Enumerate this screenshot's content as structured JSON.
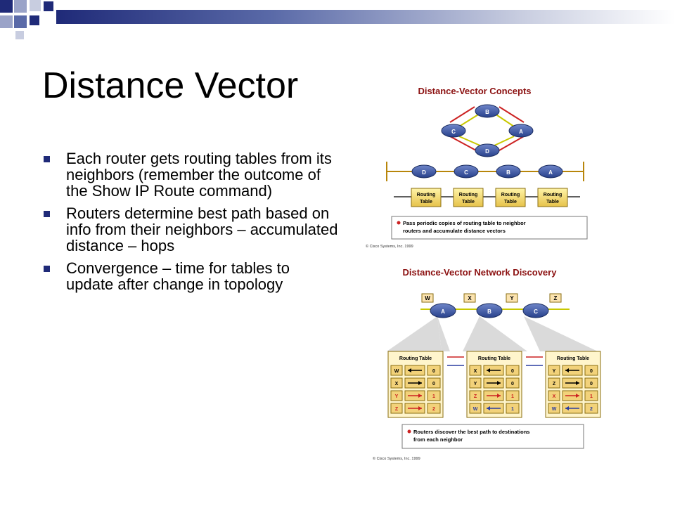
{
  "slide": {
    "title": "Distance Vector",
    "bullets": [
      "Each router gets routing tables from its neighbors (remember the outcome of the Show IP Route command)",
      "Routers determine best path based on info from their neighbors – accumulated distance – hops",
      "Convergence – time for tables to update after change in topology"
    ],
    "accent_color": "#1f2a78"
  },
  "figure1": {
    "title": "Distance-Vector Concepts",
    "ring_routers": [
      "B",
      "C",
      "A",
      "D"
    ],
    "chain_routers": [
      "D",
      "C",
      "B",
      "A"
    ],
    "table_label_1": "Routing",
    "table_label_2": "Table",
    "note": [
      "Pass periodic copies of routing table to neighbor",
      "routers and accumulate distance vectors"
    ],
    "copyright": "© Cisco Systems, Inc. 1999"
  },
  "figure2": {
    "title": "Distance-Vector Network Discovery",
    "networks": [
      "W",
      "X",
      "Y",
      "Z"
    ],
    "routers": [
      "A",
      "B",
      "C"
    ],
    "table_title": "Routing Table",
    "tables": [
      {
        "rows": [
          {
            "net": "W",
            "dist": "0"
          },
          {
            "net": "X",
            "dist": "0"
          },
          {
            "net": "Y",
            "dist": "1"
          },
          {
            "net": "Z",
            "dist": "2"
          }
        ]
      },
      {
        "rows": [
          {
            "net": "X",
            "dist": "0"
          },
          {
            "net": "Y",
            "dist": "0"
          },
          {
            "net": "Z",
            "dist": "1"
          },
          {
            "net": "W",
            "dist": "1"
          }
        ]
      },
      {
        "rows": [
          {
            "net": "Y",
            "dist": "0"
          },
          {
            "net": "Z",
            "dist": "0"
          },
          {
            "net": "X",
            "dist": "1"
          },
          {
            "net": "W",
            "dist": "2"
          }
        ]
      }
    ],
    "note": [
      "Routers discover the best path to destinations",
      "from each neighbor"
    ],
    "copyright": "© Cisco Systems, Inc. 1999"
  }
}
